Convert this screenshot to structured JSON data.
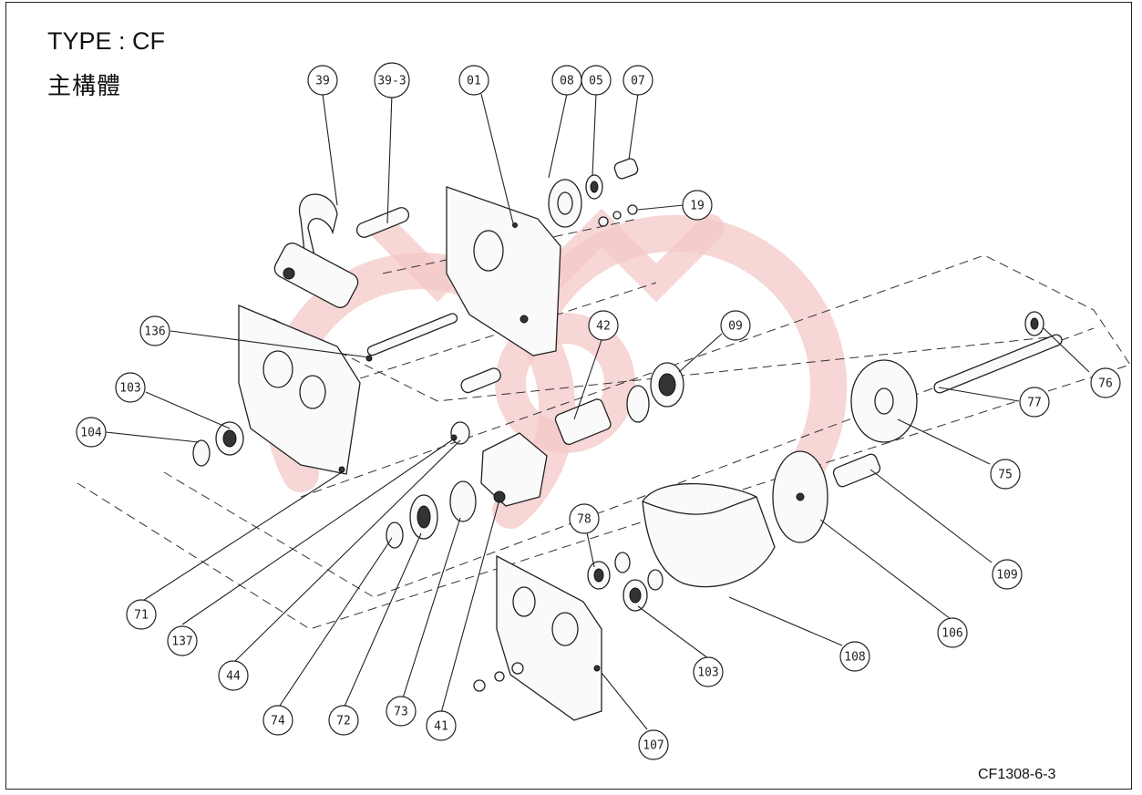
{
  "title": "TYPE : CF",
  "subtitle": "主構體",
  "drawing_code": "CF1308-6-3",
  "watermark_color": "#f4c8c8",
  "callouts": [
    {
      "id": "39"
    },
    {
      "id": "39-3"
    },
    {
      "id": "01"
    },
    {
      "id": "08"
    },
    {
      "id": "05"
    },
    {
      "id": "07"
    },
    {
      "id": "19"
    },
    {
      "id": "136"
    },
    {
      "id": "42"
    },
    {
      "id": "09"
    },
    {
      "id": "76"
    },
    {
      "id": "103"
    },
    {
      "id": "104"
    },
    {
      "id": "77"
    },
    {
      "id": "75"
    },
    {
      "id": "109"
    },
    {
      "id": "78"
    },
    {
      "id": "106"
    },
    {
      "id": "108"
    },
    {
      "id": "103"
    },
    {
      "id": "71"
    },
    {
      "id": "137"
    },
    {
      "id": "44"
    },
    {
      "id": "74"
    },
    {
      "id": "72"
    },
    {
      "id": "73"
    },
    {
      "id": "41"
    },
    {
      "id": "107"
    }
  ]
}
